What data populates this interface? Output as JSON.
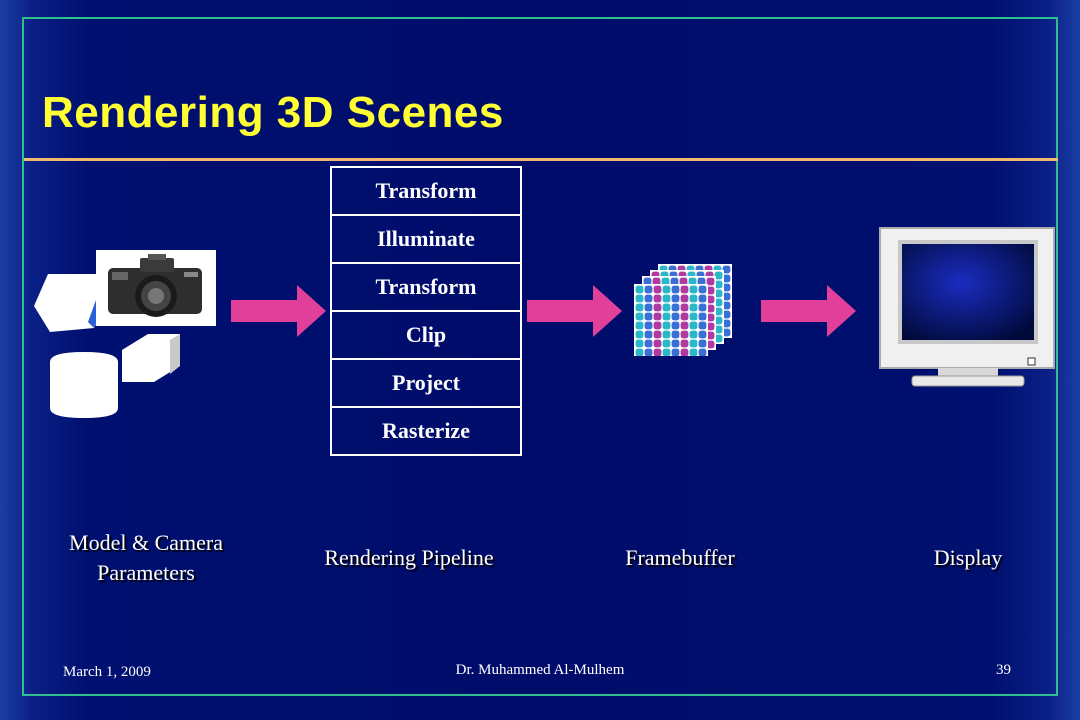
{
  "slide": {
    "title": "Rendering 3D Scenes",
    "accent_title_color": "#ffff33",
    "rule_color": "#f2b870",
    "frame_color": "#2fbf8f",
    "arrow_color": "#e0409a"
  },
  "pipeline": {
    "stages": [
      "Transform",
      "Illuminate",
      "Transform",
      "Clip",
      "Project",
      "Rasterize"
    ]
  },
  "captions": {
    "model_line1": "Model & Camera",
    "model_line2": "Parameters",
    "pipeline": "Rendering Pipeline",
    "framebuffer": "Framebuffer",
    "display": "Display"
  },
  "icons": {
    "model": "geometric-shapes-icon",
    "camera": "camera-icon",
    "framebuffer": "pixel-grid-icon",
    "display": "monitor-icon"
  },
  "footer": {
    "date": "March 1, 2009",
    "author": "Dr. Muhammed Al-Mulhem",
    "page": "39"
  }
}
